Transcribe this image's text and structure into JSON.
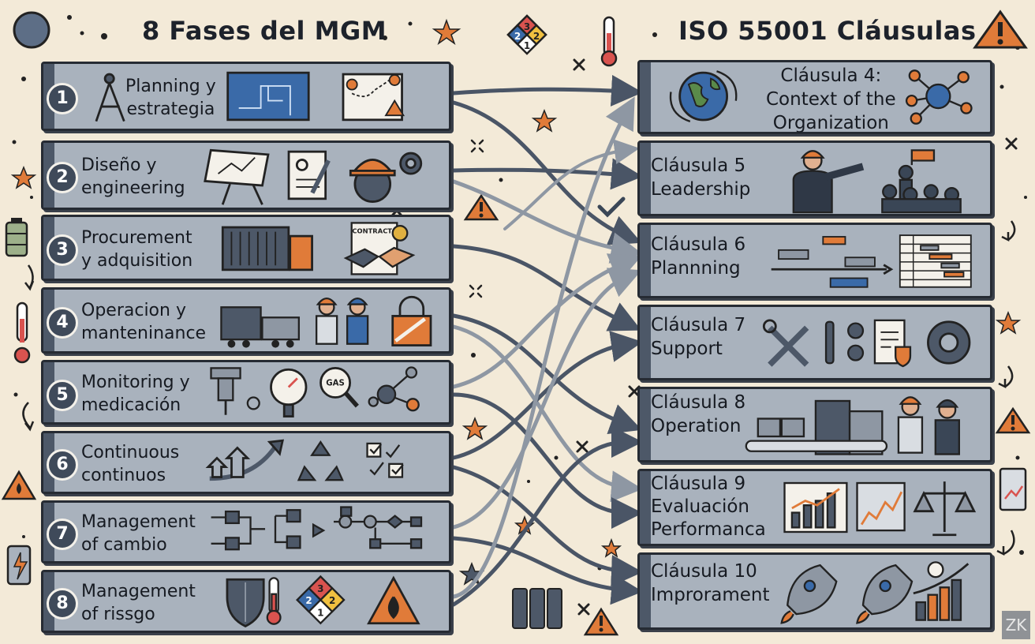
{
  "left_title": "8 Fases del MGM",
  "right_title": "ISO 55001 Cláusulas",
  "phases": [
    {
      "num": "1",
      "line1": "Planning y",
      "line2": "estrategia"
    },
    {
      "num": "2",
      "line1": "Diseño y",
      "line2": "engineering"
    },
    {
      "num": "3",
      "line1": "Procurement",
      "line2": "y adquisition"
    },
    {
      "num": "4",
      "line1": "Operacion y",
      "line2": "manteninance"
    },
    {
      "num": "5",
      "line1": "Monitoring y",
      "line2": "medicación"
    },
    {
      "num": "6",
      "line1": "Continuous",
      "line2": "continuos"
    },
    {
      "num": "7",
      "line1": "Management",
      "line2": "of cambio"
    },
    {
      "num": "8",
      "line1": "Management",
      "line2": "of rissgo"
    }
  ],
  "clauses": [
    {
      "line1": "Cláusula 4:",
      "line2": "Context of the",
      "line3": "Organization"
    },
    {
      "line1": "Cláusula 5",
      "line2": "Leadership"
    },
    {
      "line1": "Cláusula 6",
      "line2": "Plannning"
    },
    {
      "line1": "Cláusula 7",
      "line2": "Support"
    },
    {
      "line1": "Cláusula 8",
      "line2": "Operation"
    },
    {
      "line1": "Cláusula 9",
      "line2": "Evaluación",
      "line3": "Performanca"
    },
    {
      "line1": "Cláusula 10",
      "line2": "Improrament"
    }
  ],
  "icon_text": {
    "contract": "CONTRACT",
    "gas": "GAS",
    "diamond_top": "3",
    "diamond_left": "2",
    "diamond_right": "2",
    "diamond_bottom": "1",
    "diamond_right_top": "3"
  },
  "watermark": "ZK",
  "colors": {
    "background": "#f3ead8",
    "panel": "#a9b2bd",
    "panel_accent": "#4d5868",
    "arrow": "#4a5566",
    "accent_orange": "#e07b39",
    "accent_blue": "#3a6aa8"
  }
}
